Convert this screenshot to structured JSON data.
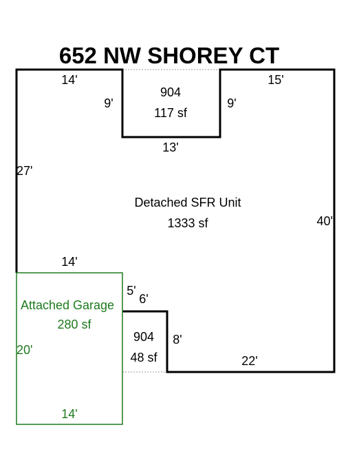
{
  "title": "652 NW SHOREY CT",
  "colors": {
    "main_outline": "#000000",
    "garage_outline": "#1f7a1f",
    "dotted": "#9a9a9a"
  },
  "main": {
    "name": "Detached SFR Unit",
    "area": "1333 sf",
    "dims": {
      "top_left": "14'",
      "top_right": "15'",
      "left": "27'",
      "right": "40'",
      "bottom_right": "22'",
      "garage_top": "14'"
    }
  },
  "cutout_top": {
    "label": "904",
    "area": "117 sf",
    "left": "9'",
    "right": "9'",
    "bottom": "13'"
  },
  "cutout_bottom": {
    "label": "904",
    "area": "48 sf",
    "left": "5'",
    "top": "6'",
    "right": "8'"
  },
  "garage": {
    "name": "Attached Garage",
    "area": "280 sf",
    "side": "20'",
    "bottom": "14'"
  }
}
